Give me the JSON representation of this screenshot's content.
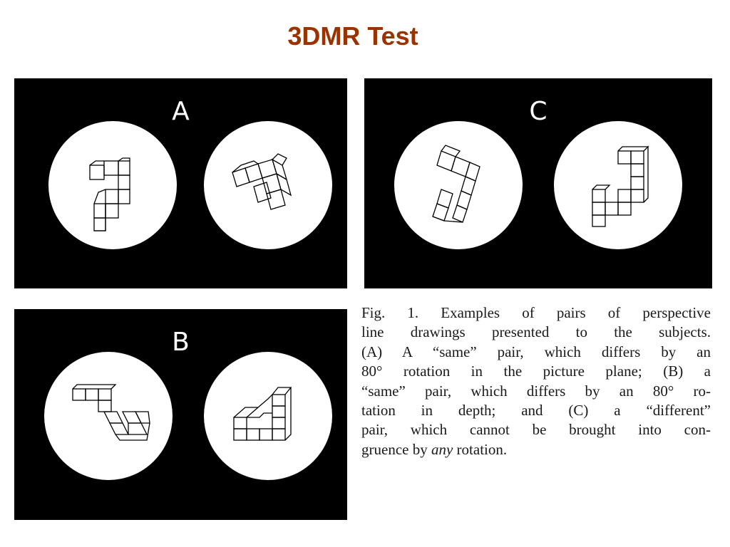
{
  "slide": {
    "title": "3DMR Test"
  },
  "panels": {
    "a": {
      "letter": "A"
    },
    "b": {
      "letter": "B"
    },
    "c": {
      "letter": "C"
    }
  },
  "caption": {
    "line1": "Fig. 1. Examples of pairs of perspective",
    "line2": "line drawings presented to the subjects.",
    "line3": "(A) A “same” pair, which differs by an",
    "line4": "80° rotation in the picture plane; (B) a",
    "line5": "“same” pair, which differs by an 80° ro-",
    "line6": "tation in depth; and (C) a “different”",
    "line7": "pair, which cannot be brought into con-",
    "line8_pre": "gruence by ",
    "line8_em": "any",
    "line8_post": " rotation."
  },
  "colors": {
    "title": "#993300",
    "panel_bg": "#000000",
    "disc": "#ffffff"
  }
}
